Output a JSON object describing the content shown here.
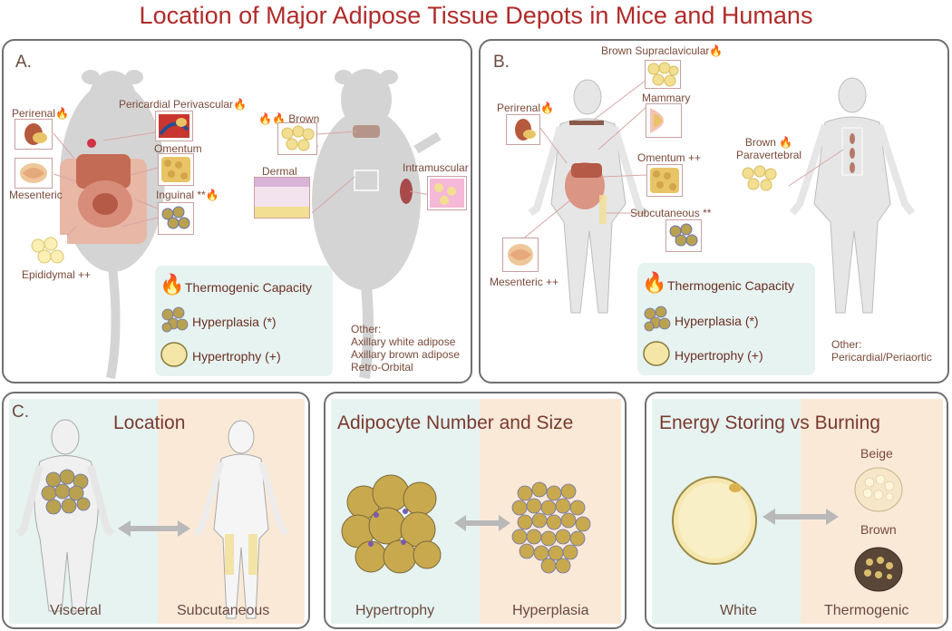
{
  "title": "Location of Major Adipose Tissue Depots in Mice and Humans",
  "panel_a": {
    "label": "A.",
    "depots": {
      "perirenal": "Perirenal",
      "pericardial": "Pericardial Perivascular",
      "omentum": "Omentum",
      "mesenteric": "Mesenteric",
      "inguinal": "Inguinal **",
      "epididymal": "Epididymal ++",
      "brown": "Brown",
      "dermal": "Dermal",
      "intramuscular": "Intramuscular"
    },
    "legend": {
      "thermogenic": "Thermogenic Capacity",
      "hyperplasia": "Hyperplasia (*)",
      "hypertrophy": "Hypertrophy (+)"
    },
    "other": [
      "Other:",
      "Axillary white adipose",
      "Axillary brown adipose",
      "Retro-Orbital"
    ]
  },
  "panel_b": {
    "label": "B.",
    "depots": {
      "supraclavicular": "Brown Supraclavicular",
      "mammary": "Mammary",
      "perirenal": "Perirenal",
      "omentum": "Omentum ++",
      "brown_paravertebral_1": "Brown",
      "brown_paravertebral_2": "Paravertebral",
      "subcutaneous": "Subcutaneous **",
      "mesenteric": "Mesenteric ++"
    },
    "legend": {
      "thermogenic": "Thermogenic Capacity",
      "hyperplasia": "Hyperplasia (*)",
      "hypertrophy": "Hypertrophy (+)"
    },
    "other": [
      "Other:",
      "Pericardial/Periaortic"
    ]
  },
  "panel_c": {
    "label": "C.",
    "location": {
      "title": "Location",
      "left": "Visceral",
      "right": "Subcutaneous"
    },
    "number_size": {
      "title": "Adipocyte Number and Size",
      "left": "Hypertrophy",
      "right": "Hyperplasia"
    },
    "energy": {
      "title": "Energy Storing vs Burning",
      "left": "White",
      "right": "Thermogenic",
      "beige": "Beige",
      "brown": "Brown"
    }
  },
  "colors": {
    "title": "#b02a2a",
    "flame": "#f28c1c",
    "fat_yellow": "#e8c466",
    "teal_bg": "#e6f3f1",
    "peach_bg": "#fbe9d8",
    "silhouette": "#cfcfcf",
    "arrow": "#b9b9b9"
  },
  "icons": [
    "flame-icon",
    "hyperplasia-cluster-icon",
    "adipocyte-icon",
    "double-arrow-icon",
    "mouse-silhouette",
    "human-silhouette"
  ]
}
